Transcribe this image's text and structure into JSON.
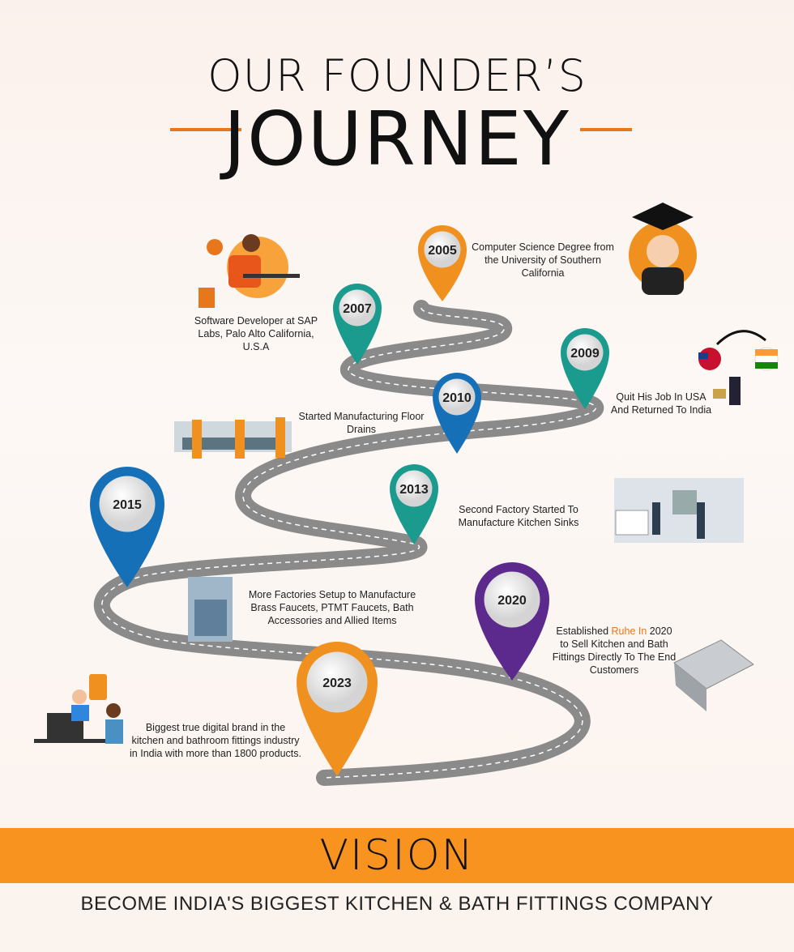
{
  "title": {
    "line1": "OUR FOUNDER’S",
    "line2": "JOURNEY"
  },
  "colors": {
    "accent": "#e8761b",
    "orange_pin": "#f0901e",
    "teal_pin": "#1a9b8e",
    "blue_pin": "#1570b8",
    "purple_pin": "#5b2a8c",
    "road": "#8a8a8a",
    "vision_band": "#f7931e"
  },
  "milestones": [
    {
      "year": "2005",
      "text": "Computer Science Degree from the University of Southern California"
    },
    {
      "year": "2007",
      "text": "Software Developer at SAP Labs, Palo Alto California, U.S.A"
    },
    {
      "year": "2009",
      "text": "Quit His Job In USA And Returned To India"
    },
    {
      "year": "2010",
      "text": "Started Manufacturing Floor Drains"
    },
    {
      "year": "2013",
      "text": "Second Factory Started To Manufacture Kitchen Sinks"
    },
    {
      "year": "2015",
      "text": "More Factories Setup to Manufacture Brass Faucets, PTMT Faucets, Bath Accessories and Allied Items"
    },
    {
      "year": "2020",
      "text_pre": "Established ",
      "text_brand": "Ruhe In",
      "text_post": " 2020 to Sell Kitchen and Bath Fittings Directly To The End Customers"
    },
    {
      "year": "2023",
      "text": "Biggest true digital brand in the kitchen and bathroom fittings industry in India with more than 1800 products."
    }
  ],
  "vision": {
    "heading": "VISION",
    "statement": "BECOME INDIA'S BIGGEST KITCHEN & BATH FITTINGS COMPANY"
  }
}
